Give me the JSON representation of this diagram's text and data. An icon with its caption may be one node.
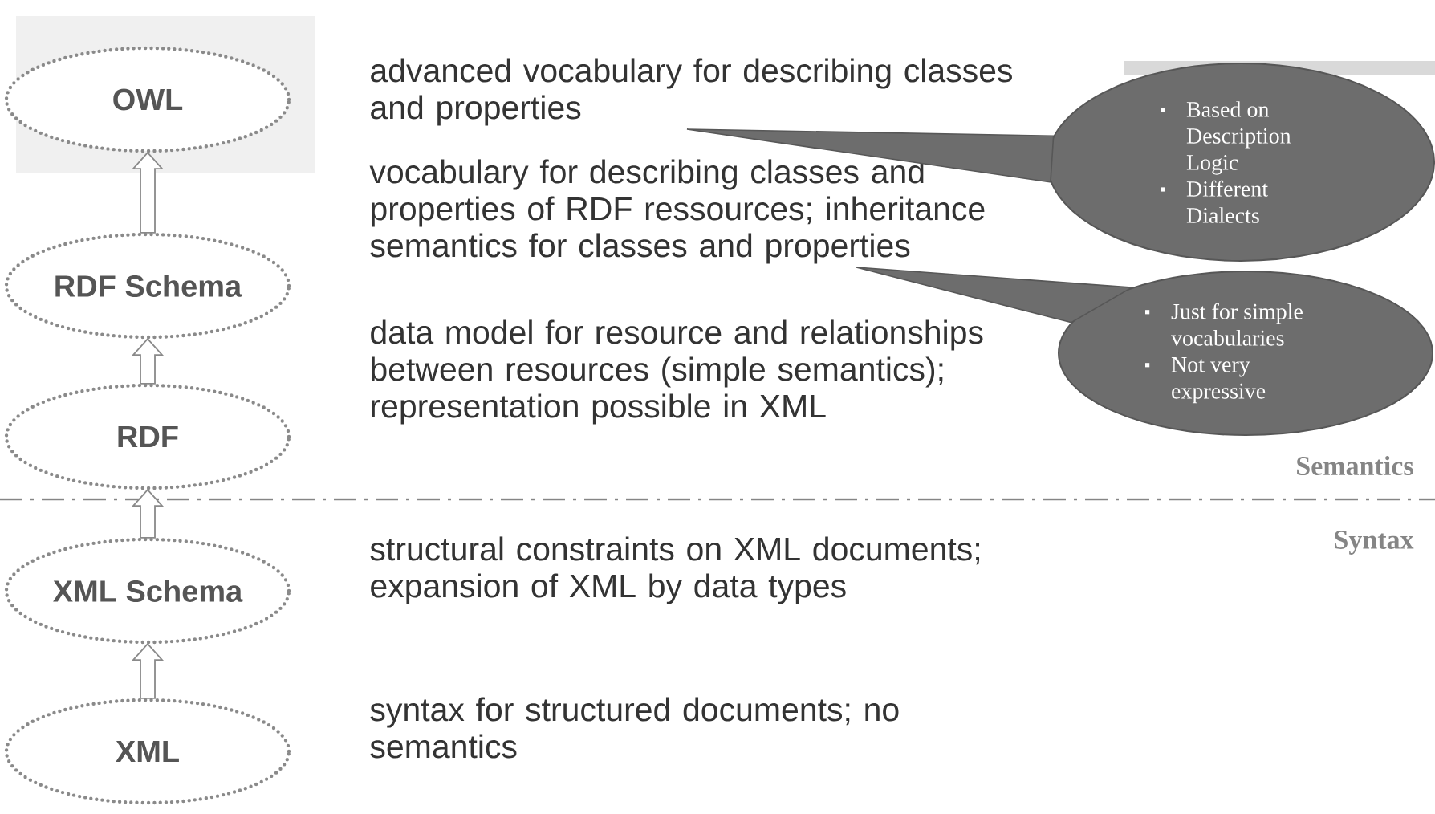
{
  "diagram": {
    "nodes": [
      {
        "text": [
          "OWL"
        ]
      },
      {
        "text": [
          "advanced vocabulary for describing classes and properties"
        ]
      },
      {
        "text": [
          "Based on Description Logic",
          "Different Dialects"
        ]
      },
      {
        "text": [
          "RDF Schema"
        ]
      },
      {
        "text": [
          "vocabulary for describing classes and properties of RDF ressources; inheritance semantics for classes and properties"
        ]
      },
      {
        "text": [
          "Just for simple vocabularies",
          "Not very expressive"
        ]
      },
      {
        "text": [
          "RDF"
        ]
      },
      {
        "text": [
          "data model for resource and relationships between resources (simple semantics); representation possible in XML"
        ]
      },
      {
        "text": [
          "XML Schema"
        ]
      },
      {
        "text": [
          "structural constraints on XML documents; expansion of XML by data types"
        ]
      },
      {
        "text": [
          "XML"
        ]
      },
      {
        "text": [
          "syntax for structured documents; no semantics"
        ]
      }
    ],
    "edges": [
      {
        "from": 10,
        "to": 8,
        "arrow": "to"
      },
      {
        "from": 8,
        "to": 6,
        "arrow": "to"
      },
      {
        "from": 6,
        "to": 3,
        "arrow": "to"
      },
      {
        "from": 3,
        "to": 0,
        "arrow": "to"
      },
      {
        "from": 2,
        "to": 1,
        "arrow": "none"
      },
      {
        "from": 5,
        "to": 4,
        "arrow": "none"
      }
    ],
    "labels": [
      "Semantics",
      "Syntax"
    ]
  }
}
